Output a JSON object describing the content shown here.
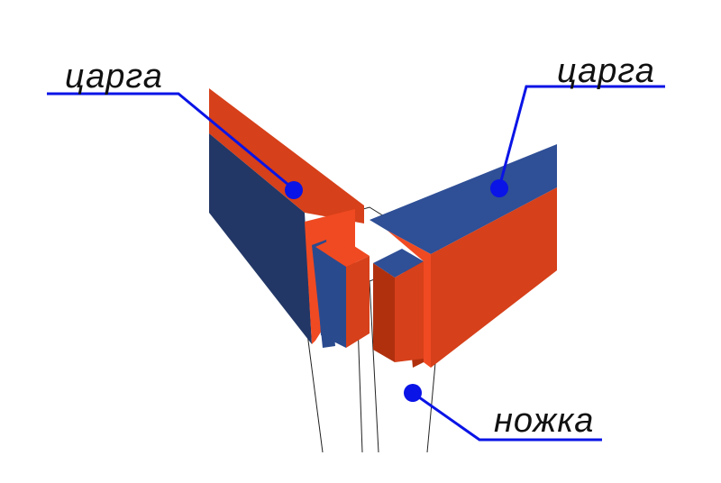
{
  "labels": {
    "left_apron": "царга",
    "right_apron": "царга",
    "leg": "ножка"
  },
  "colors": {
    "background": "#ffffff",
    "apron_red": "#d6401a",
    "apron_red_bright": "#f04a22",
    "apron_red_dark": "#b0300e",
    "apron_blue": "#2a4a8e",
    "apron_blue_dark": "#1f3668",
    "leader_line": "#0a14e6",
    "leg_outline": "#222222"
  }
}
